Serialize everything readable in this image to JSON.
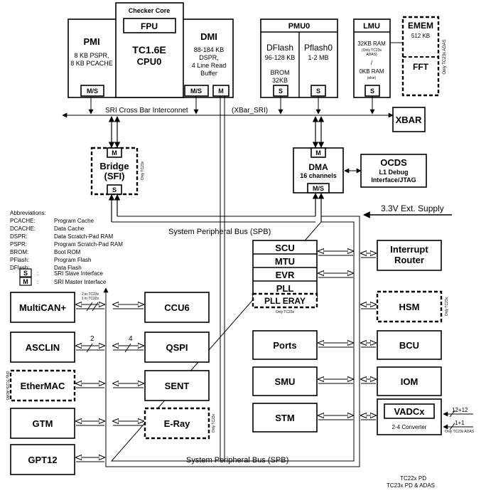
{
  "cpu": {
    "checker_core": "Checker Core",
    "fpu": "FPU",
    "name": "TC1.6E",
    "sub": "CPU0"
  },
  "pmi": {
    "name": "PMI",
    "line1": "8 KB PSPR,",
    "line2": "8 KB PCACHE",
    "port": "M/S"
  },
  "dmi": {
    "name": "DMI",
    "line1": "88-184 KB",
    "line2": "DSPR,",
    "line3": "4 Line Read",
    "line4": "Buffer",
    "port_ms": "M/S",
    "port_m": "M"
  },
  "pmu": {
    "name": "PMU0",
    "dflash": "DFlash",
    "dflash_size": "96-128 KB",
    "brom": "BROM",
    "brom_size": "32KB",
    "pflash": "Pflash0",
    "pflash_size": "1-2 MB",
    "port": "S"
  },
  "lmu": {
    "name": "LMU",
    "ram1": "32KB RAM",
    "note1": "(Only TC23x",
    "note2": "ADAS)",
    "slash": "/",
    "ram2": "0KB RAM",
    "note3": "(else)",
    "port": "S"
  },
  "emem": {
    "name": "EMEM",
    "size": "512 KB",
    "fft": "FFT",
    "note": "Only TC23x ADAS"
  },
  "xbar": {
    "bus": "SRI Cross Bar Interconnet",
    "bus_name": "(XBar_SRI)",
    "name": "XBAR"
  },
  "bridge": {
    "name": "Bridge",
    "sub": "(SFI)",
    "port_m": "M",
    "port_s": "S",
    "note": "Only TC23x"
  },
  "dma": {
    "name": "DMA",
    "sub": "16 channels",
    "port_m": "M",
    "port_ms": "M/S"
  },
  "ocds": {
    "name": "OCDS",
    "line1": "L1 Debug",
    "line2": "Interface/JTAG"
  },
  "supply": "3.3V Ext. Supply",
  "abbreviations": {
    "title": "Abbreviations:",
    "items": [
      {
        "key": "PCACHE:",
        "value": "Program Cache"
      },
      {
        "key": "DCACHE:",
        "value": "Data Cache"
      },
      {
        "key": "DSPR:",
        "value": "Data Scratch-Pad RAM"
      },
      {
        "key": "PSPR:",
        "value": "Program Scratch-Pad RAM"
      },
      {
        "key": "BROM:",
        "value": "Boot ROM"
      },
      {
        "key": "PFlash:",
        "value": "Program Flash"
      },
      {
        "key": "DFlash:",
        "value": "Data Flash"
      }
    ],
    "slave_key": "S",
    "slave_sep": ":",
    "slave_value": "SRI Slave Interface",
    "master_key": "M",
    "master_sep": ":",
    "master_value": "SRI Master Interface"
  },
  "spb_top": "System Peripheral Bus (SPB)",
  "spb_bottom": "System Peripheral Bus (SPB)",
  "center_stack": [
    "SCU",
    "MTU",
    "EVR",
    "PLL",
    "PLL ERAY"
  ],
  "pll_eray_note": "Only TC23x",
  "interrupt_router": {
    "line1": "Interrupt",
    "line2": "Router"
  },
  "hsm": {
    "name": "HSM",
    "note": "Only TC23x"
  },
  "multican": {
    "name": "MultiCAN+",
    "note1": "2 in TC23x",
    "note2": "1 in TC22x"
  },
  "asclin": {
    "name": "ASCLIN",
    "lanes": "2"
  },
  "qspi": {
    "name": "QSPI",
    "lanes": "4"
  },
  "ethermac": {
    "name": "EtherMAC",
    "note": "Only TC23x ADAS"
  },
  "left_blocks": [
    "GTM",
    "GPT12"
  ],
  "mid_blocks": [
    "CCU6",
    "SENT"
  ],
  "eray": {
    "name": "E-Ray",
    "note": "Only TC23x"
  },
  "center_blocks": [
    "Ports",
    "SMU",
    "STM"
  ],
  "right_blocks": [
    "BCU",
    "IOM"
  ],
  "vadc": {
    "name": "VADCx",
    "sub": "2-4 Converter",
    "in1": "12+12",
    "in2": "1+1",
    "in2_note": "Only TC23x ADAS"
  },
  "footer": {
    "line1": "TC22x PD",
    "line2": "TC23x PD & ADAS"
  }
}
